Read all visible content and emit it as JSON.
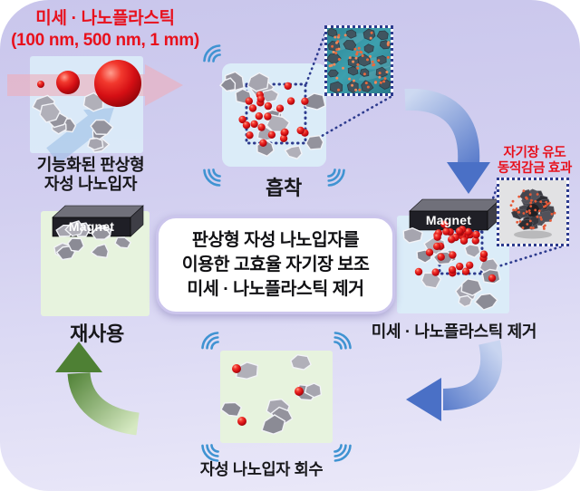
{
  "header": {
    "title_line1": "미세 · 나노플라스틱",
    "title_line2": "(100 nm, 500 nm, 1 mm)"
  },
  "steps": {
    "feed_caption_line1": "기능화된 판상형",
    "feed_caption_line2": "자성 나노입자",
    "adsorption_caption": "흡착",
    "dynamic_line1": "자기장 유도",
    "dynamic_line2": "동적감금 효과",
    "removal_caption": "미세 · 나노플라스틱 제거",
    "reuse_caption": "재사용",
    "recovery_caption": "자성 나노입자 회수"
  },
  "center_box": {
    "line1": "판상형 자성 나노입자를",
    "line2": "이용한 고효율 자기장 보조",
    "line3": "미세 · 나노플라스틱 제거"
  },
  "magnets": {
    "left_label": "Magnet",
    "right_label": "Magnet"
  },
  "colors": {
    "accent_red": "#e8101c",
    "wave_blue": "#3f93d2",
    "dotted_navy": "#2d3b8e",
    "arrow_blue": "#4a70c6",
    "arrow_green": "#4e8034",
    "magnet_dark": "#1f1f26",
    "panel_blue": "#dbecf8",
    "panel_green": "#e7f3de",
    "plastic_red": "#d50f14",
    "particle_gray": "#94939d"
  }
}
